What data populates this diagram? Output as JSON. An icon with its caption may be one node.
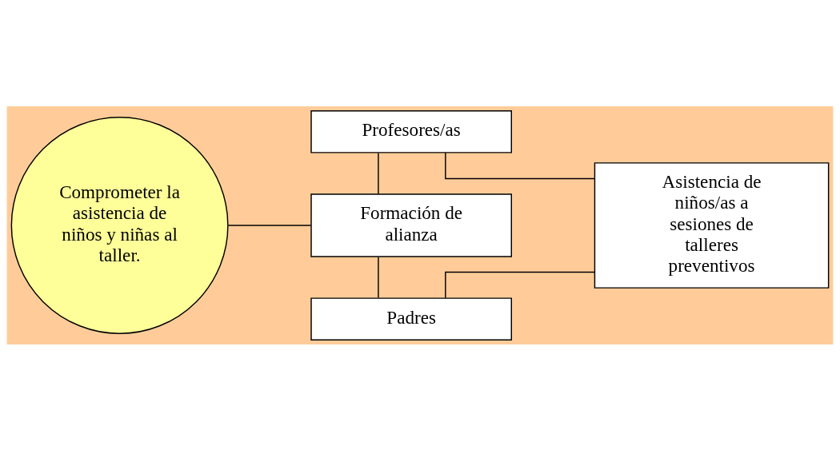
{
  "diagram": {
    "nodes": [
      {
        "text": [
          "Comprometer la asistencia de niños y niñas al taller."
        ]
      },
      {
        "text": [
          "Profesores/as"
        ]
      },
      {
        "text": [
          "Formación de alianza"
        ]
      },
      {
        "text": [
          "Padres"
        ]
      },
      {
        "text": [
          "Asistencia de niños/as a sesiones de talleres preventivos"
        ]
      }
    ],
    "edges": [
      {
        "from": 0,
        "to": 2,
        "arrow": "none"
      },
      {
        "from": 1,
        "to": 2,
        "arrow": "none"
      },
      {
        "from": 2,
        "to": 3,
        "arrow": "none"
      },
      {
        "from": 1,
        "to": 4,
        "arrow": "none"
      },
      {
        "from": 3,
        "to": 4,
        "arrow": "none"
      }
    ]
  }
}
